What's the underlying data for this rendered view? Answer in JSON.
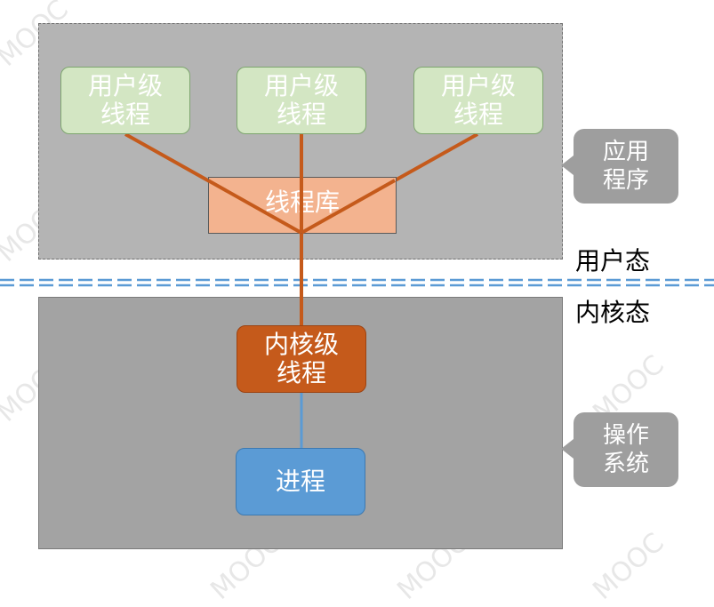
{
  "diagram": {
    "user_threads": [
      {
        "label": "用户级\n线程"
      },
      {
        "label": "用户级\n线程"
      },
      {
        "label": "用户级\n线程"
      }
    ],
    "thread_library": "线程库",
    "kernel_thread": "内核级\n线程",
    "process": "进程",
    "app_callout": "应用\n程序",
    "os_callout": "操作\n系统",
    "user_mode": "用户态",
    "kernel_mode": "内核态",
    "watermark": "MOOC"
  },
  "colors": {
    "app_bg": "#b4b4b4",
    "os_bg": "#a3a3a3",
    "user_thread_fill": "#d3e6c3",
    "library_fill": "#f3b38f",
    "kernel_thread_fill": "#c55a1b",
    "process_fill": "#5b9bd5",
    "connector": "#c55a1b",
    "divider": "#5b9bd5"
  }
}
